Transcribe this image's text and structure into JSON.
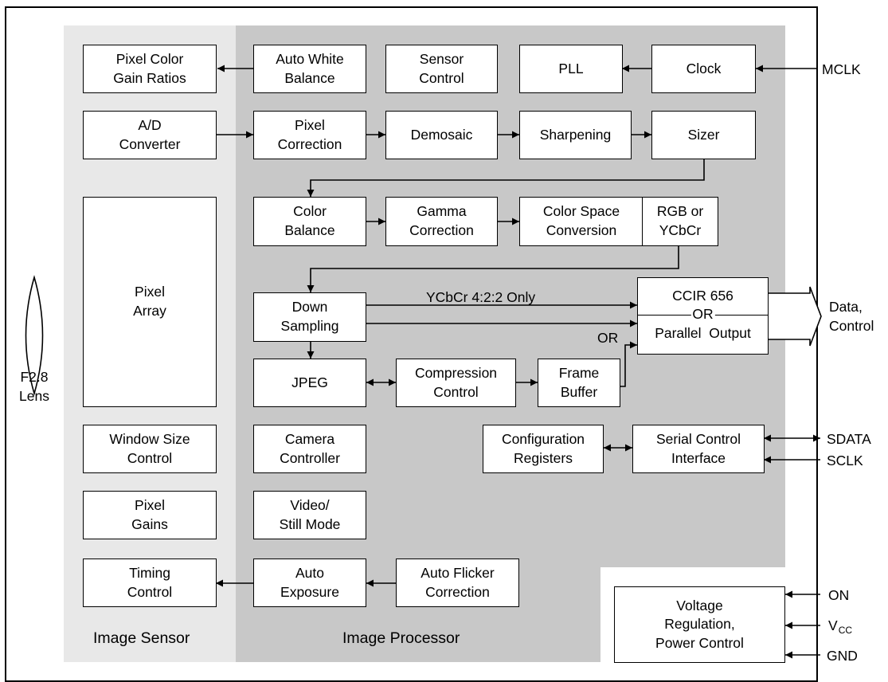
{
  "chip": {
    "sensor_label": "Image Sensor",
    "processor_label": "Image Processor"
  },
  "lens": {
    "label": "F2.8\nLens"
  },
  "blocks": {
    "pixel_color_gain_ratios": "Pixel Color\nGain Ratios",
    "auto_white_balance": "Auto White\nBalance",
    "sensor_control": "Sensor\nControl",
    "pll": "PLL",
    "clock": "Clock",
    "ad_converter": "A/D\nConverter",
    "pixel_correction": "Pixel\nCorrection",
    "demosaic": "Demosaic",
    "sharpening": "Sharpening",
    "sizer": "Sizer",
    "pixel_array": "Pixel\nArray",
    "color_balance": "Color\nBalance",
    "gamma_correction": "Gamma\nCorrection",
    "color_space_conversion": "Color Space\nConversion",
    "rgb_ycbcr": "RGB or\nYCbCr",
    "down_sampling": "Down\nSampling",
    "jpeg": "JPEG",
    "compression_control": "Compression\nControl",
    "frame_buffer": "Frame\nBuffer",
    "ccir_656": "CCIR 656",
    "or_divider": "OR",
    "parallel_output": "Parallel  Output",
    "window_size_control": "Window Size\nControl",
    "camera_controller": "Camera\nController",
    "configuration_registers": "Configuration\nRegisters",
    "serial_control_interface": "Serial Control\nInterface",
    "pixel_gains": "Pixel\nGains",
    "video_still_mode": "Video/\nStill Mode",
    "timing_control": "Timing\nControl",
    "auto_exposure": "Auto\nExposure",
    "auto_flicker_correction": "Auto Flicker\nCorrection",
    "voltage_regulation": "Voltage\nRegulation,\nPower Control"
  },
  "annotations": {
    "ycbcr_only": "YCbCr 4:2:2 Only",
    "or_label": "OR"
  },
  "signals": {
    "mclk": "MCLK",
    "data_control": "Data,\nControl",
    "sdata": "SDATA",
    "sclk": "SCLK",
    "on": "ON",
    "vcc_main": "V",
    "vcc_sub": "CC",
    "gnd": "GND"
  },
  "colors": {
    "sensor_zone": "#e8e8e8",
    "processor_zone": "#c8c8c8",
    "line": "#000000"
  }
}
